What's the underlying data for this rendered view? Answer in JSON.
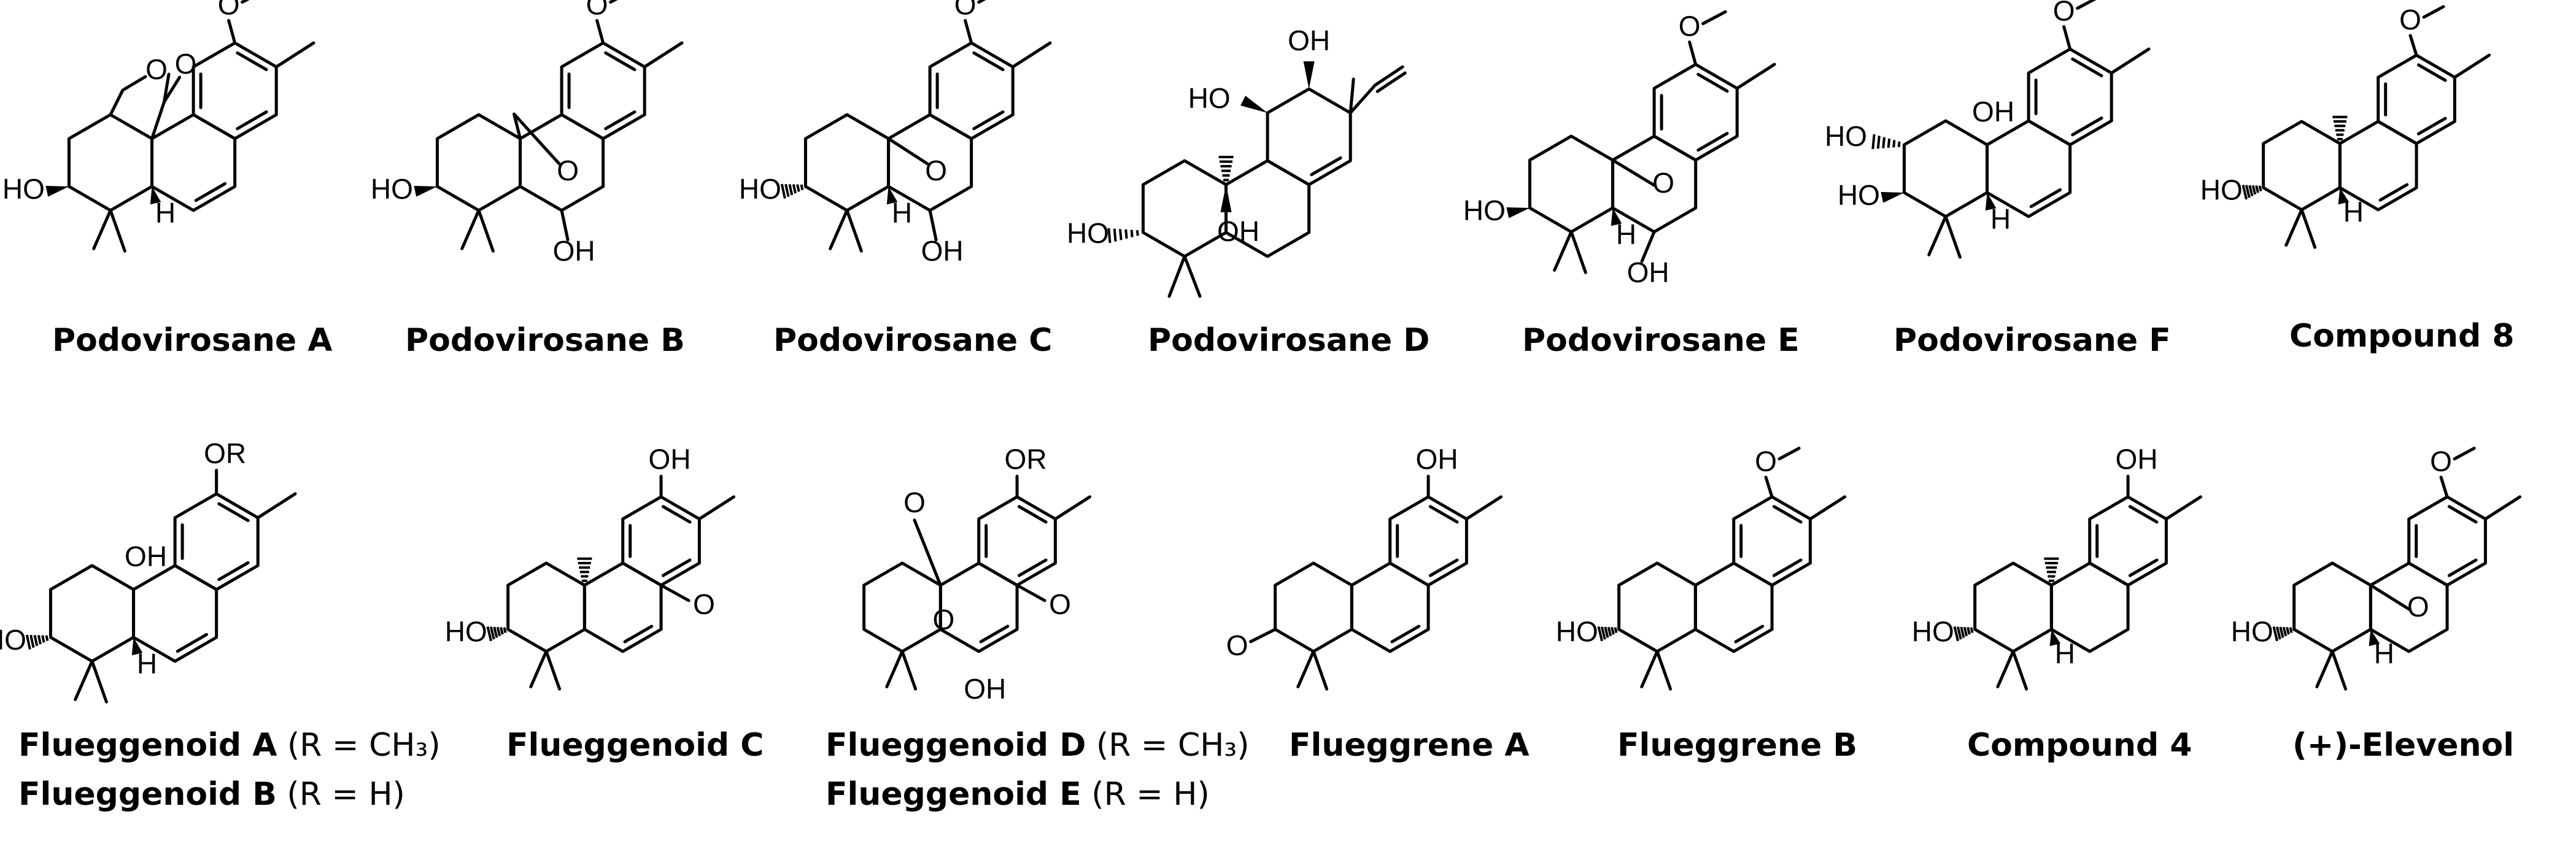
{
  "compounds": [
    {
      "name": "Podovirosane A"
    },
    {
      "name": "Podovirosane B"
    },
    {
      "name": "Podovirosane C"
    },
    {
      "name": "Podovirosane D"
    },
    {
      "name": "Podovirosane E"
    },
    {
      "name": "Podovirosane F"
    },
    {
      "name": "Compound 8"
    },
    {
      "name": "Flueggenoid A",
      "note": "(R = CH₃)",
      "name2": "Flueggenoid B",
      "note2": "(R = H)"
    },
    {
      "name": "Flueggenoid C"
    },
    {
      "name": "Flueggenoid D",
      "note": "(R = CH₃)",
      "name2": "Flueggenoid E",
      "note2": "(R = H)"
    },
    {
      "name": "Flueggrene A"
    },
    {
      "name": "Flueggrene B"
    },
    {
      "name": "Compound 4"
    },
    {
      "name": "(+)-Elevenol"
    }
  ],
  "atom_labels": {
    "O": "O",
    "OH": "OH",
    "HO": "HO",
    "H": "H",
    "OR": "OR"
  }
}
